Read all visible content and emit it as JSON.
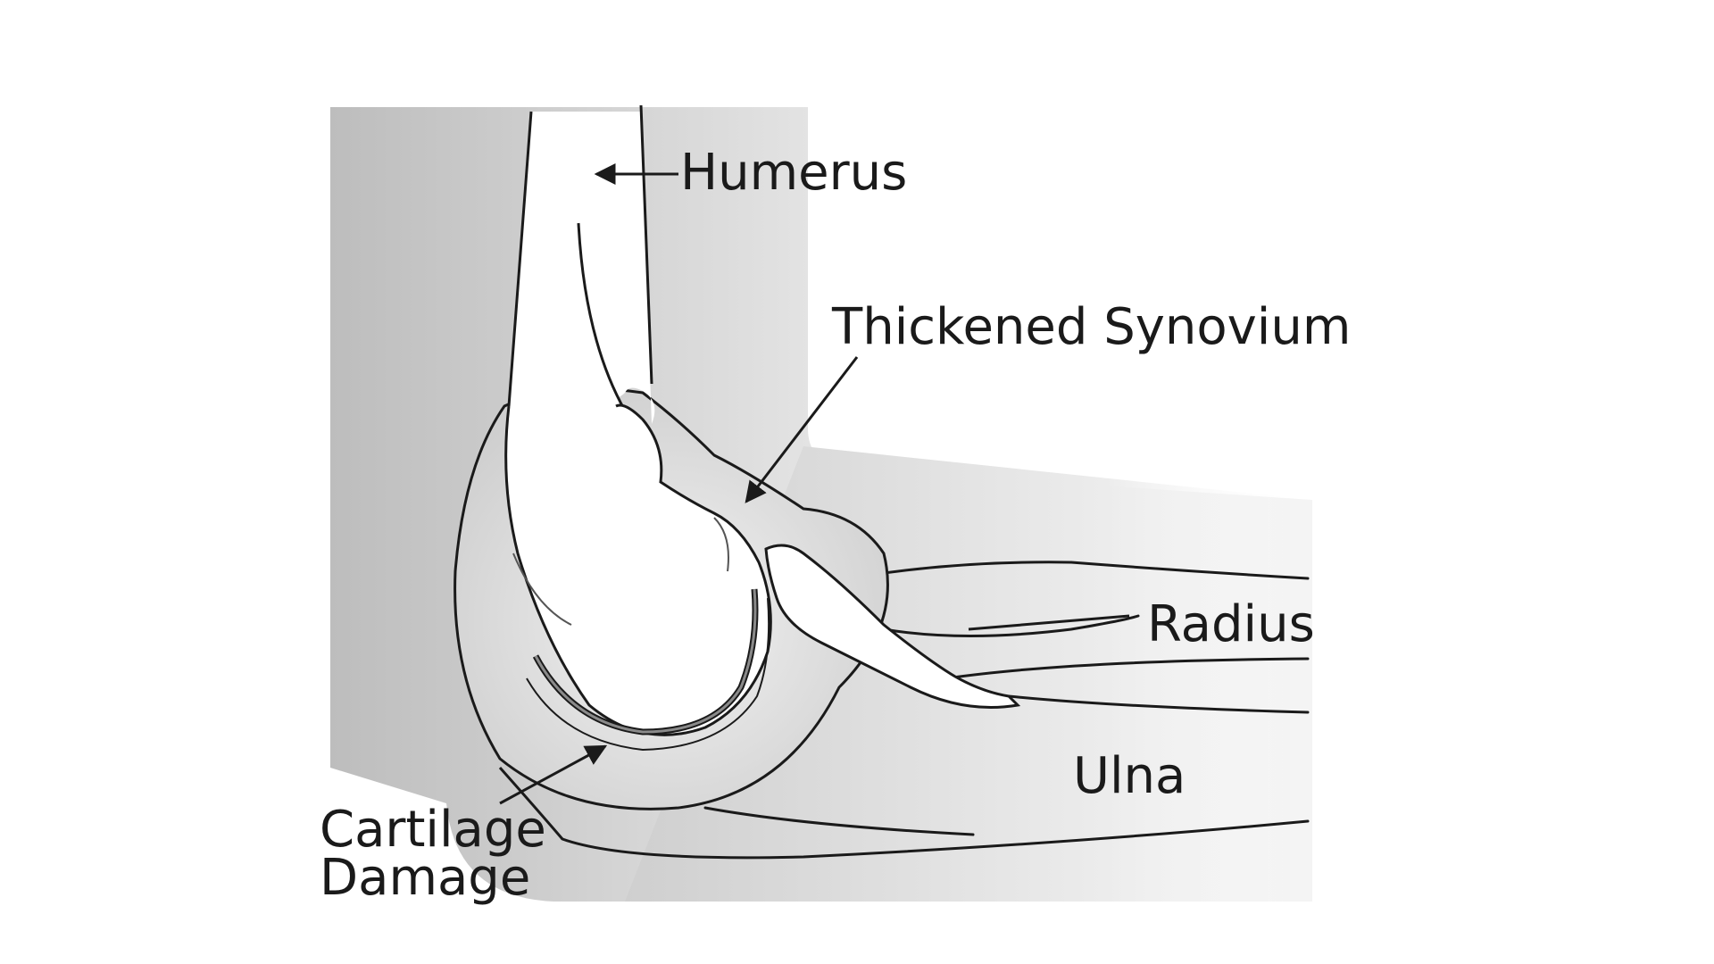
{
  "labels": {
    "humerus": "Humerus",
    "synovium": "Thickened Synovium",
    "radius": "Radius",
    "ulna": "Ulna",
    "cartilage_line1": "Cartilage",
    "cartilage_line2": "Damage"
  },
  "colors": {
    "background": "#ffffff",
    "outline": "#1a1a1a",
    "skin_shadow": "#c8c8c8",
    "capsule_fill": "#e2e2e2",
    "bone_fill": "#ffffff",
    "cartilage": "#8a8a8a"
  }
}
